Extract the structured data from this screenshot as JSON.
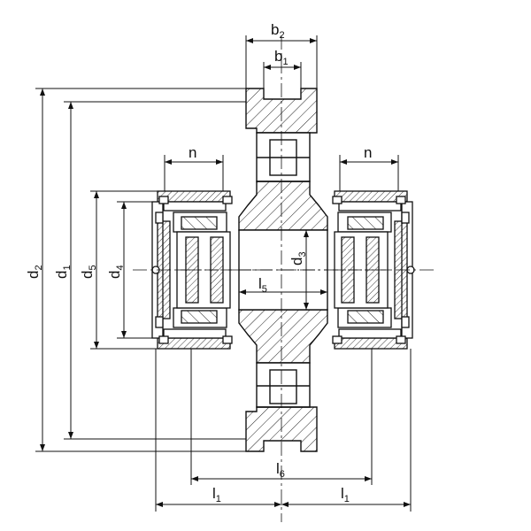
{
  "dimensions": {
    "b2": {
      "main": "b",
      "sub": "2"
    },
    "b1": {
      "main": "b",
      "sub": "1"
    },
    "d2": {
      "main": "d",
      "sub": "2"
    },
    "d1": {
      "main": "d",
      "sub": "1"
    },
    "d5": {
      "main": "d",
      "sub": "5"
    },
    "d4": {
      "main": "d",
      "sub": "4"
    },
    "d3": {
      "main": "d",
      "sub": "3"
    },
    "l5": {
      "main": "l",
      "sub": "5"
    },
    "l6": {
      "main": "l",
      "sub": "6"
    },
    "l1_left": {
      "main": "l",
      "sub": "1"
    },
    "l1_right": {
      "main": "l",
      "sub": "1"
    },
    "n_left": {
      "main": "n"
    },
    "n_right": {
      "main": "n"
    }
  }
}
